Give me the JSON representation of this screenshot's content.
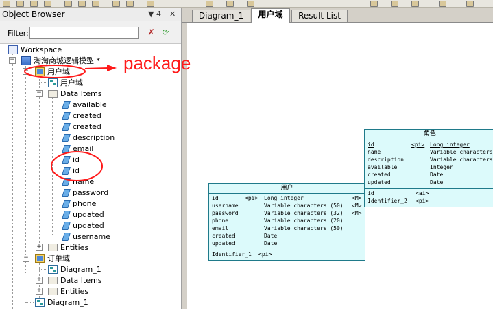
{
  "object_browser": {
    "title": "Object Browser",
    "pin_glyph": "▼ 4",
    "close_glyph": "✕",
    "filter_label": "Filter:",
    "filter_value": ""
  },
  "tree": {
    "workspace": "Workspace",
    "model": "淘淘商城逻辑模型 *",
    "pkg1": "用户域",
    "pkg1_diagram": "用户域",
    "data_items": "Data Items",
    "items": [
      "available",
      "created",
      "created",
      "description",
      "email",
      "id",
      "id",
      "name",
      "password",
      "phone",
      "updated",
      "updated",
      "username"
    ],
    "entities": "Entities",
    "pkg2": "订单域",
    "pkg2_diagram": "Diagram_1",
    "pkg2_data_items": "Data Items",
    "pkg2_entities": "Entities",
    "root_diagram": "Diagram_1"
  },
  "tabs": [
    "Diagram_1",
    "用户域",
    "Result List"
  ],
  "active_tab": "用户域",
  "annotation": {
    "text": "package",
    "color": "#ff1a1a"
  },
  "entities": {
    "user": {
      "title": "用户",
      "attrs": [
        {
          "name": "id",
          "pk": "<pi>",
          "type": "Long integer",
          "m": "<M>"
        },
        {
          "name": "username",
          "pk": "",
          "type": "Variable characters (50)",
          "m": "<M>"
        },
        {
          "name": "password",
          "pk": "",
          "type": "Variable characters (32)",
          "m": "<M>"
        },
        {
          "name": "phone",
          "pk": "",
          "type": "Variable characters (20)",
          "m": ""
        },
        {
          "name": "email",
          "pk": "",
          "type": "Variable characters (50)",
          "m": ""
        },
        {
          "name": "created",
          "pk": "",
          "type": "Date",
          "m": ""
        },
        {
          "name": "updated",
          "pk": "",
          "type": "Date",
          "m": ""
        }
      ],
      "identifiers": [
        {
          "name": "Identifier_1",
          "tag": "<pi>"
        }
      ]
    },
    "role": {
      "title": "角色",
      "attrs": [
        {
          "name": "id",
          "pk": "<pi>",
          "type": "Long integer"
        },
        {
          "name": "name",
          "pk": "",
          "type": "Variable characters"
        },
        {
          "name": "description",
          "pk": "",
          "type": "Variable characters"
        },
        {
          "name": "available",
          "pk": "",
          "type": "Integer"
        },
        {
          "name": "created",
          "pk": "",
          "type": "Date"
        },
        {
          "name": "updated",
          "pk": "",
          "type": "Date"
        }
      ],
      "identifiers": [
        {
          "name": "id",
          "tag": "<ai>"
        },
        {
          "name": "Identifier_2",
          "tag": "<pi>"
        }
      ]
    }
  }
}
